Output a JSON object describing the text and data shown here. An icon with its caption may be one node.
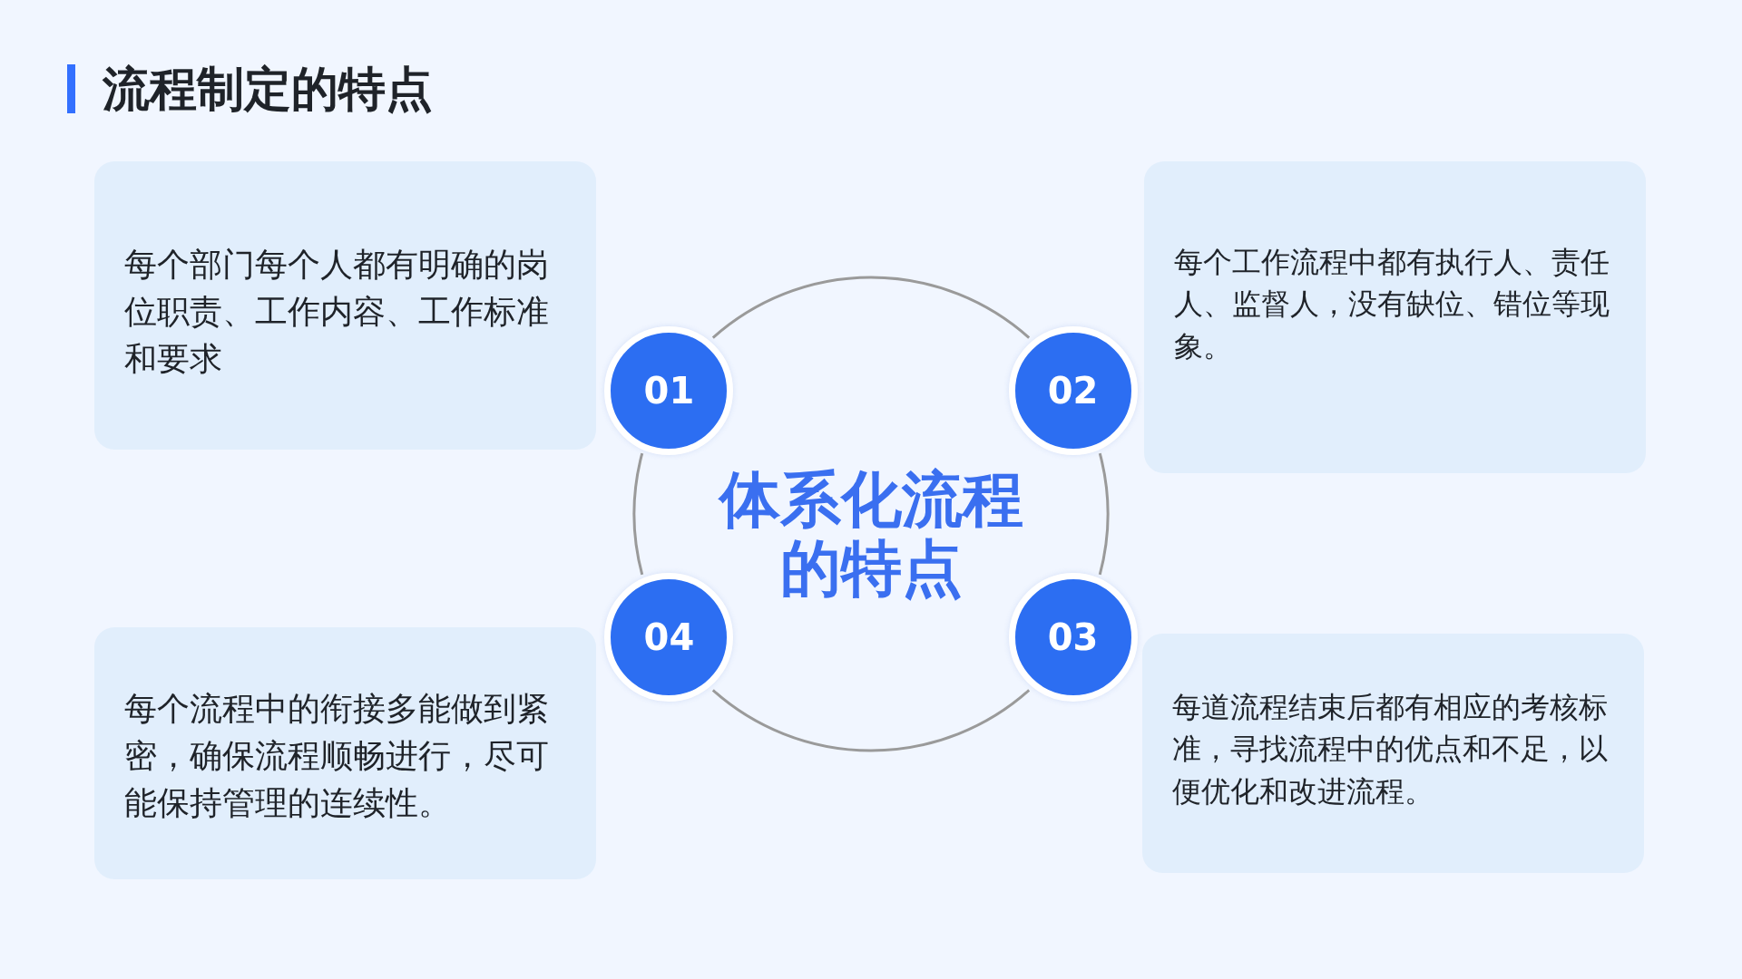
{
  "diagram": {
    "title": "流程制定的特点",
    "nodes": [
      {
        "text": [
          "每个部门每个人都有明确的岗位职责、工作内容、工作标准和要求"
        ]
      },
      {
        "text": [
          "01"
        ]
      },
      {
        "text": [
          "02"
        ]
      },
      {
        "text": [
          "每个工作流程中都有执行人、责任人、监督人，没有缺位、错位等现象。"
        ]
      },
      {
        "text": [
          "每个流程中的衔接多能做到紧密，确保流程顺畅进行，尽可能保持管理的连续性。"
        ]
      },
      {
        "text": [
          "04"
        ]
      },
      {
        "text": [
          "03"
        ]
      },
      {
        "text": [
          "每道流程结束后都有相应的考核标准，寻找流程中的优点和不足，以便优化和改进流程。"
        ]
      }
    ],
    "edges": [
      {
        "from": 1,
        "to": 2,
        "arrow": "none"
      },
      {
        "from": 2,
        "to": 6,
        "arrow": "none"
      },
      {
        "from": 6,
        "to": 5,
        "arrow": "none"
      },
      {
        "from": 5,
        "to": 1,
        "arrow": "none"
      }
    ],
    "labels": [
      "体系化流程的特点"
    ]
  }
}
